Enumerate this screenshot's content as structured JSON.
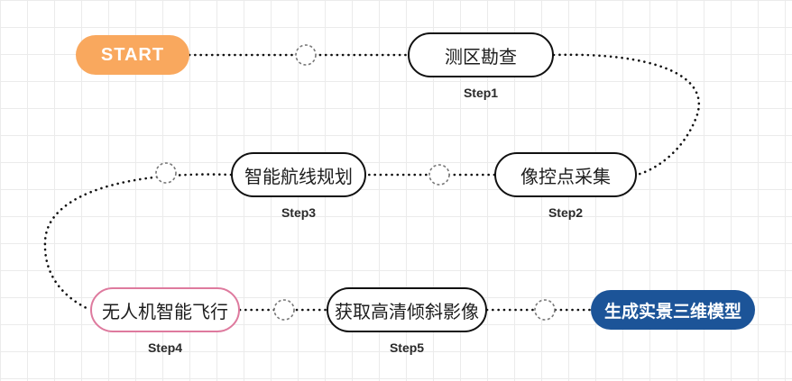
{
  "diagram": {
    "title": "",
    "background": "#ffffff",
    "grid_color": "#ebebeb",
    "grid_size": 30,
    "colors": {
      "start_fill": "#F9A85E",
      "start_text": "#ffffff",
      "node_border": "#111111",
      "node_fill": "#ffffff",
      "node_text": "#1d1d1d",
      "pink_border": "#DE7A9E",
      "end_fill": "#1C5498",
      "end_text": "#ffffff",
      "connector_line": "#111111",
      "connector_circle": "#555555"
    }
  },
  "nodes": {
    "start": {
      "label": "START",
      "step": ""
    },
    "step1": {
      "label": "测区勘查",
      "step": "Step1"
    },
    "step2": {
      "label": "像控点采集",
      "step": "Step2"
    },
    "step3": {
      "label": "智能航线规划",
      "step": "Step3"
    },
    "step4": {
      "label": "无人机智能飞行",
      "step": "Step4"
    },
    "step5": {
      "label": "获取高清倾斜影像",
      "step": "Step5"
    },
    "end": {
      "label": "生成实景三维模型",
      "step": ""
    }
  },
  "connectors": [
    {
      "from": "start",
      "to": "step1",
      "style": "dotted-straight"
    },
    {
      "from": "step1",
      "to": "step2",
      "style": "dotted-curve-right"
    },
    {
      "from": "step2",
      "to": "step3",
      "style": "dotted-straight"
    },
    {
      "from": "step3",
      "to": "step4",
      "style": "dotted-curve-left"
    },
    {
      "from": "step4",
      "to": "step5",
      "style": "dotted-straight"
    },
    {
      "from": "step5",
      "to": "end",
      "style": "dotted-straight"
    }
  ]
}
